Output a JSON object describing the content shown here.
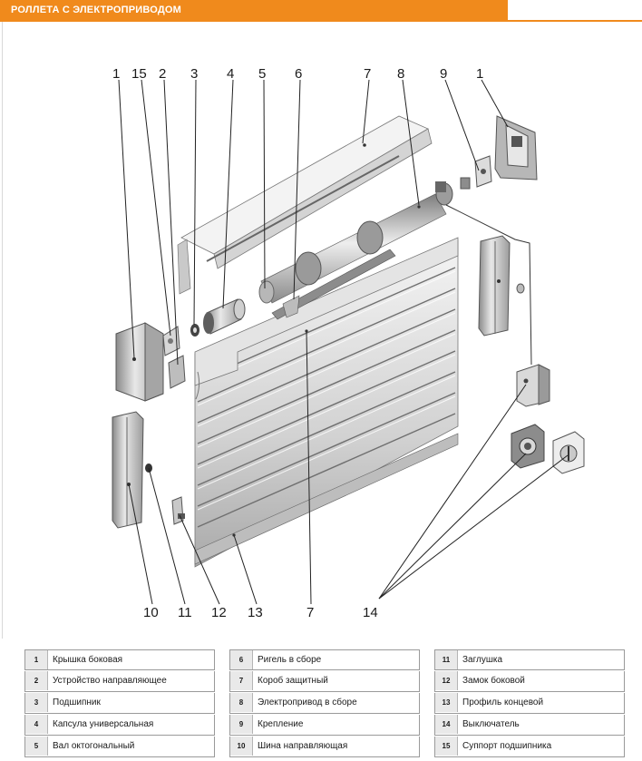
{
  "header": {
    "title": "РОЛЛЕТА С ЭЛЕКТРОПРИВОДОМ"
  },
  "callouts": {
    "top": [
      "1",
      "15",
      "2",
      "3",
      "4",
      "5",
      "6",
      "7",
      "8",
      "9",
      "1"
    ],
    "bottom": [
      "10",
      "11",
      "12",
      "13",
      "7",
      "14"
    ]
  },
  "legend": {
    "col1": [
      {
        "num": "1",
        "text": "Крышка боковая"
      },
      {
        "num": "2",
        "text": "Устройство направляющее"
      },
      {
        "num": "3",
        "text": "Подшипник"
      },
      {
        "num": "4",
        "text": "Капсула универсальная"
      },
      {
        "num": "5",
        "text": "Вал октогональный"
      }
    ],
    "col2": [
      {
        "num": "6",
        "text": "Ригель в сборе"
      },
      {
        "num": "7",
        "text": "Короб защитный"
      },
      {
        "num": "8",
        "text": "Электропривод в сборе"
      },
      {
        "num": "9",
        "text": "Крепление"
      },
      {
        "num": "10",
        "text": "Шина направляющая"
      }
    ],
    "col3": [
      {
        "num": "11",
        "text": "Заглушка"
      },
      {
        "num": "12",
        "text": "Замок боковой"
      },
      {
        "num": "13",
        "text": "Профиль концевой"
      },
      {
        "num": "14",
        "text": "Выключатель"
      },
      {
        "num": "15",
        "text": "Суппорт подшипника"
      }
    ]
  }
}
